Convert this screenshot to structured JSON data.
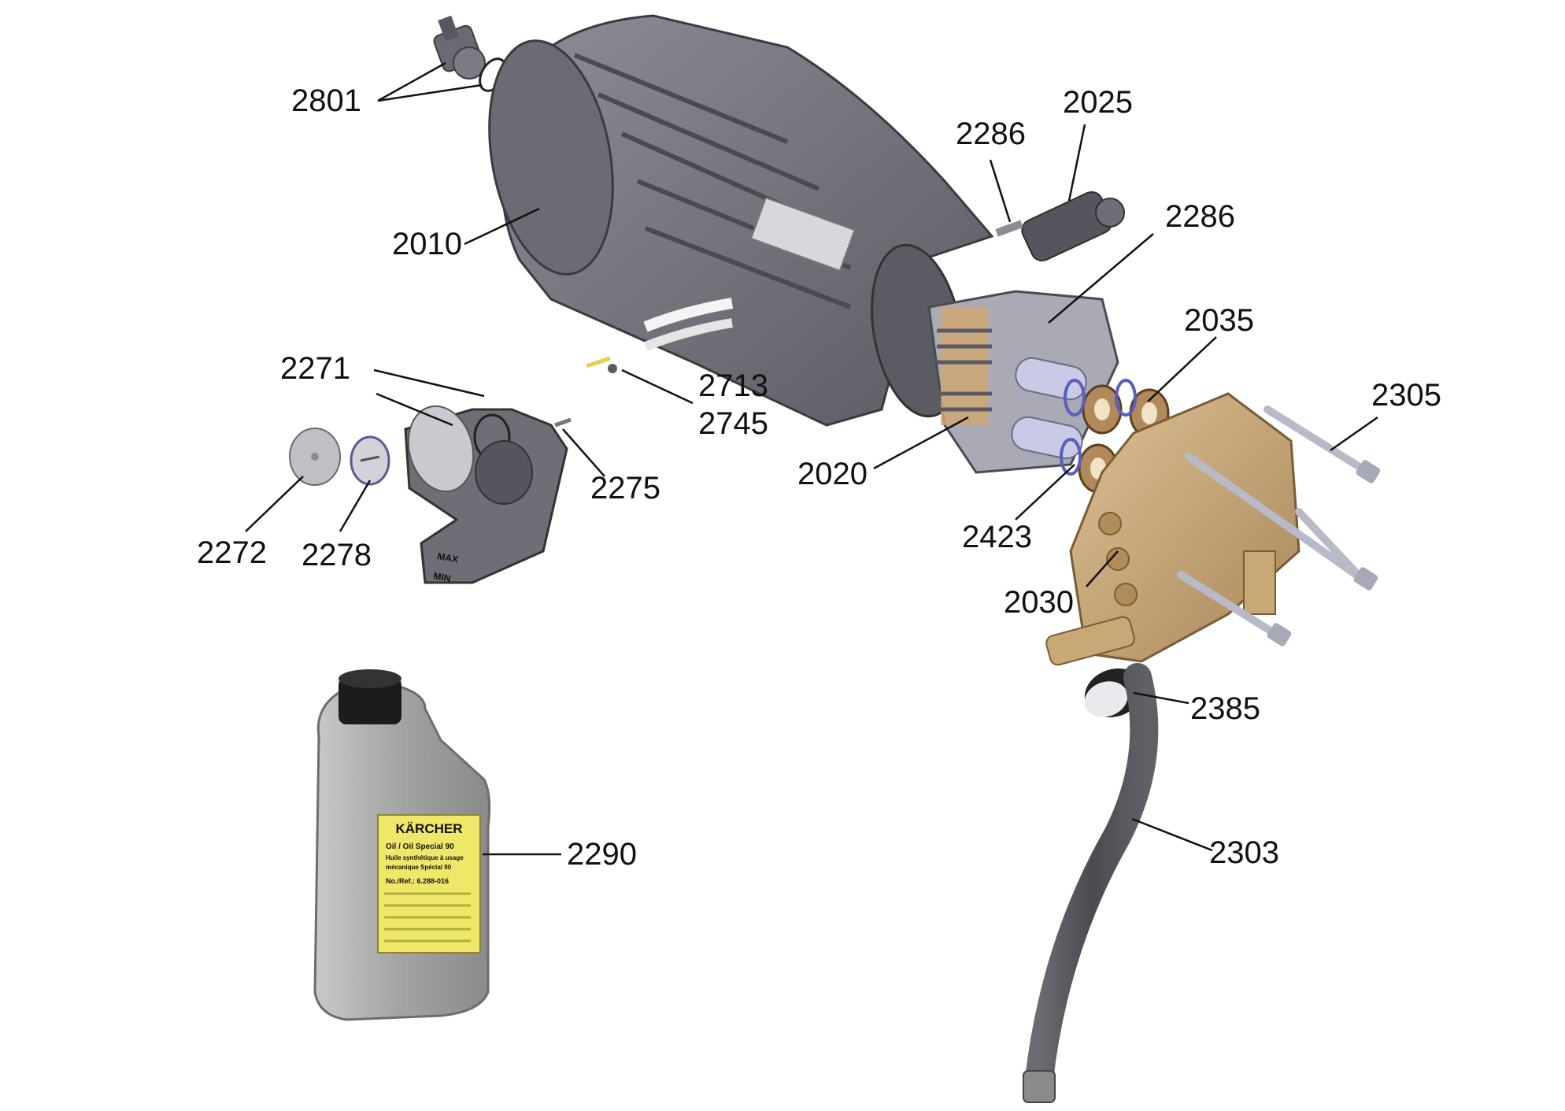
{
  "colors": {
    "motor_body": "#7a7a82",
    "motor_dark": "#4e4e56",
    "brass": "#c9a877",
    "brass_dark": "#9c7d52",
    "hose": "#55565c",
    "bolt": "#b9bac8",
    "bottle": "#9c9c9c",
    "bottle_label": "#efe76a",
    "leader": "#111111"
  },
  "parts": [
    {
      "id": "2801",
      "label": "2801"
    },
    {
      "id": "2010",
      "label": "2010"
    },
    {
      "id": "2286a",
      "label": "2286"
    },
    {
      "id": "2025",
      "label": "2025"
    },
    {
      "id": "2286b",
      "label": "2286"
    },
    {
      "id": "2035",
      "label": "2035"
    },
    {
      "id": "2305",
      "label": "2305"
    },
    {
      "id": "2271",
      "label": "2271"
    },
    {
      "id": "2713",
      "label": "2713"
    },
    {
      "id": "2745",
      "label": "2745"
    },
    {
      "id": "2275",
      "label": "2275"
    },
    {
      "id": "2020",
      "label": "2020"
    },
    {
      "id": "2423",
      "label": "2423"
    },
    {
      "id": "2272",
      "label": "2272"
    },
    {
      "id": "2278",
      "label": "2278"
    },
    {
      "id": "2030",
      "label": "2030"
    },
    {
      "id": "2385",
      "label": "2385"
    },
    {
      "id": "2290",
      "label": "2290"
    },
    {
      "id": "2303",
      "label": "2303"
    }
  ],
  "reservoir_marks": {
    "max": "MAX",
    "min": "MIN"
  },
  "oil_bottle": {
    "brand": "KÄRCHER",
    "line1": "Oil / Oil Special 90",
    "line2": "Huile synthétique à usage",
    "line3": "mécanique Spécial 90",
    "ref": "No./Ref.: 6.288-016"
  }
}
